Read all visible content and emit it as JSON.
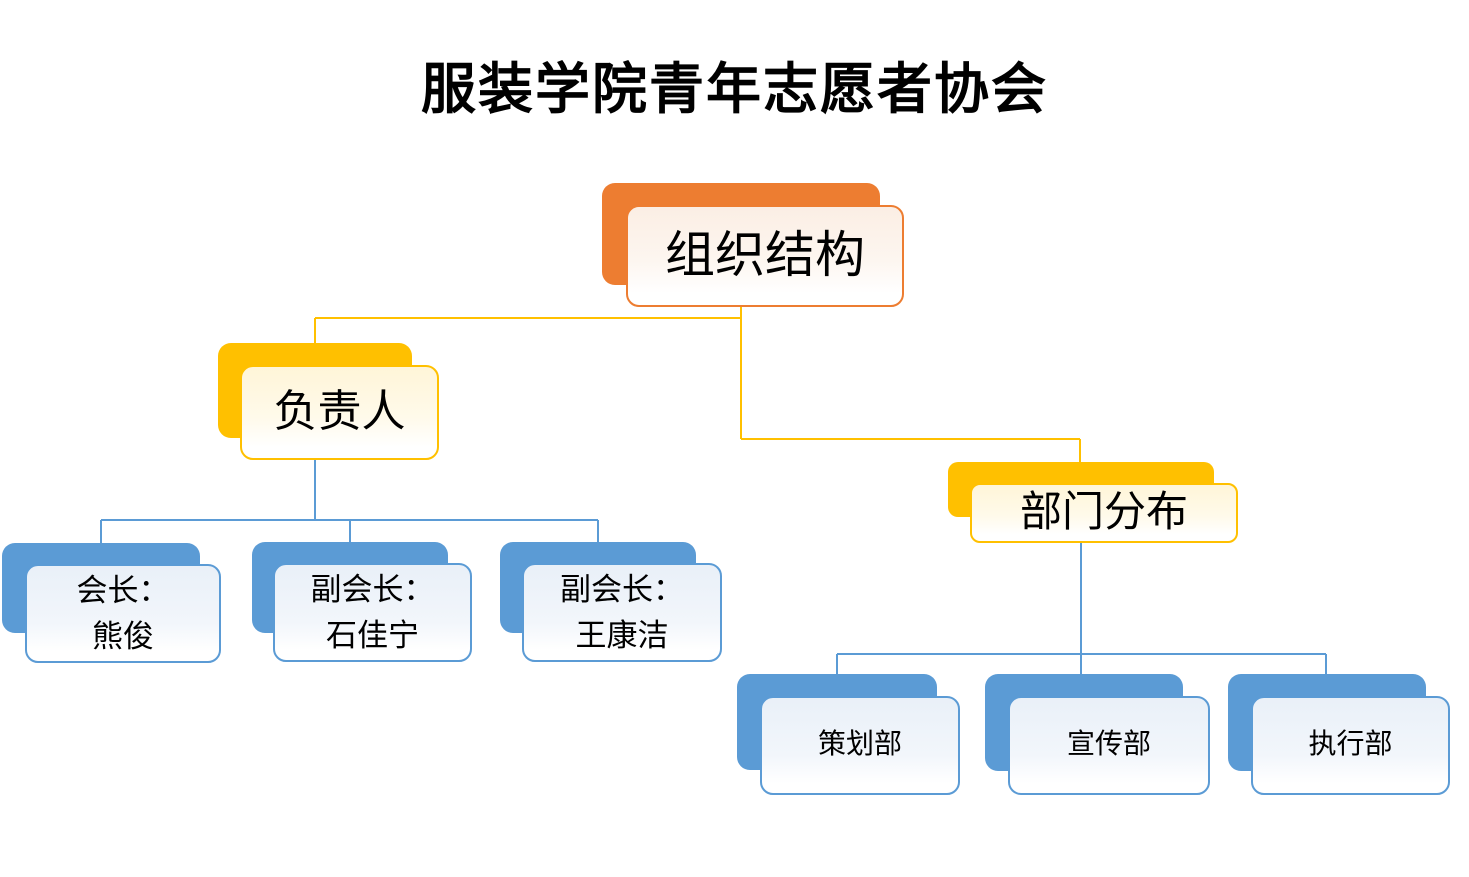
{
  "title": "服装学院青年志愿者协会",
  "diagram_type": "org-chart",
  "colors": {
    "root_accent": "#ED7D31",
    "branch_accent": "#FFC000",
    "leaf_accent": "#5B9BD5",
    "text": "#000000",
    "background": "#FFFFFF"
  },
  "nodes": {
    "root": {
      "label": "组织结构"
    },
    "leader": {
      "label": "负责人"
    },
    "departments": {
      "label": "部门分布"
    },
    "president": {
      "line1": "会长：",
      "line2": "熊俊"
    },
    "vice1": {
      "line1": "副会长：",
      "line2": "石佳宁"
    },
    "vice2": {
      "line1": "副会长：",
      "line2": "王康洁"
    },
    "dept_planning": {
      "label": "策划部"
    },
    "dept_publicity": {
      "label": "宣传部"
    },
    "dept_execution": {
      "label": "执行部"
    }
  },
  "hierarchy": {
    "root": "组织结构",
    "children": [
      {
        "label": "负责人",
        "children": [
          "会长：熊俊",
          "副会长：石佳宁",
          "副会长：王康洁"
        ]
      },
      {
        "label": "部门分布",
        "children": [
          "策划部",
          "宣传部",
          "执行部"
        ]
      }
    ]
  }
}
